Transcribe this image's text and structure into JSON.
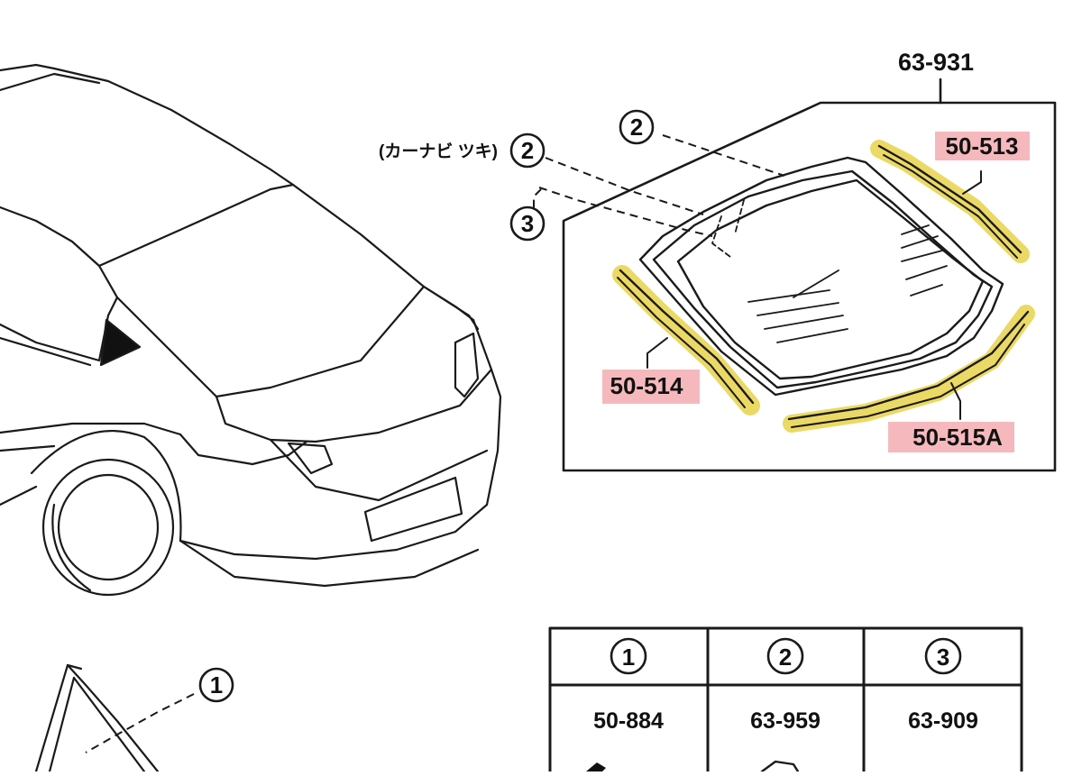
{
  "assembly": {
    "code": "63-931"
  },
  "callouts": {
    "c1": "1",
    "c2_main": "2",
    "c2_nav": "2",
    "c3": "3",
    "nav_note": "(カーナビ ツキ)"
  },
  "parts": {
    "p513": "50-513",
    "p514": "50-514",
    "p515": "50-515A"
  },
  "table": {
    "headers": [
      "1",
      "2",
      "3"
    ],
    "values": [
      "50-884",
      "63-959",
      "63-909"
    ]
  },
  "colors": {
    "highlight_yellow": "#e8d24a",
    "label_highlight": "#f2a7ad",
    "ink": "#1a1a1a"
  }
}
